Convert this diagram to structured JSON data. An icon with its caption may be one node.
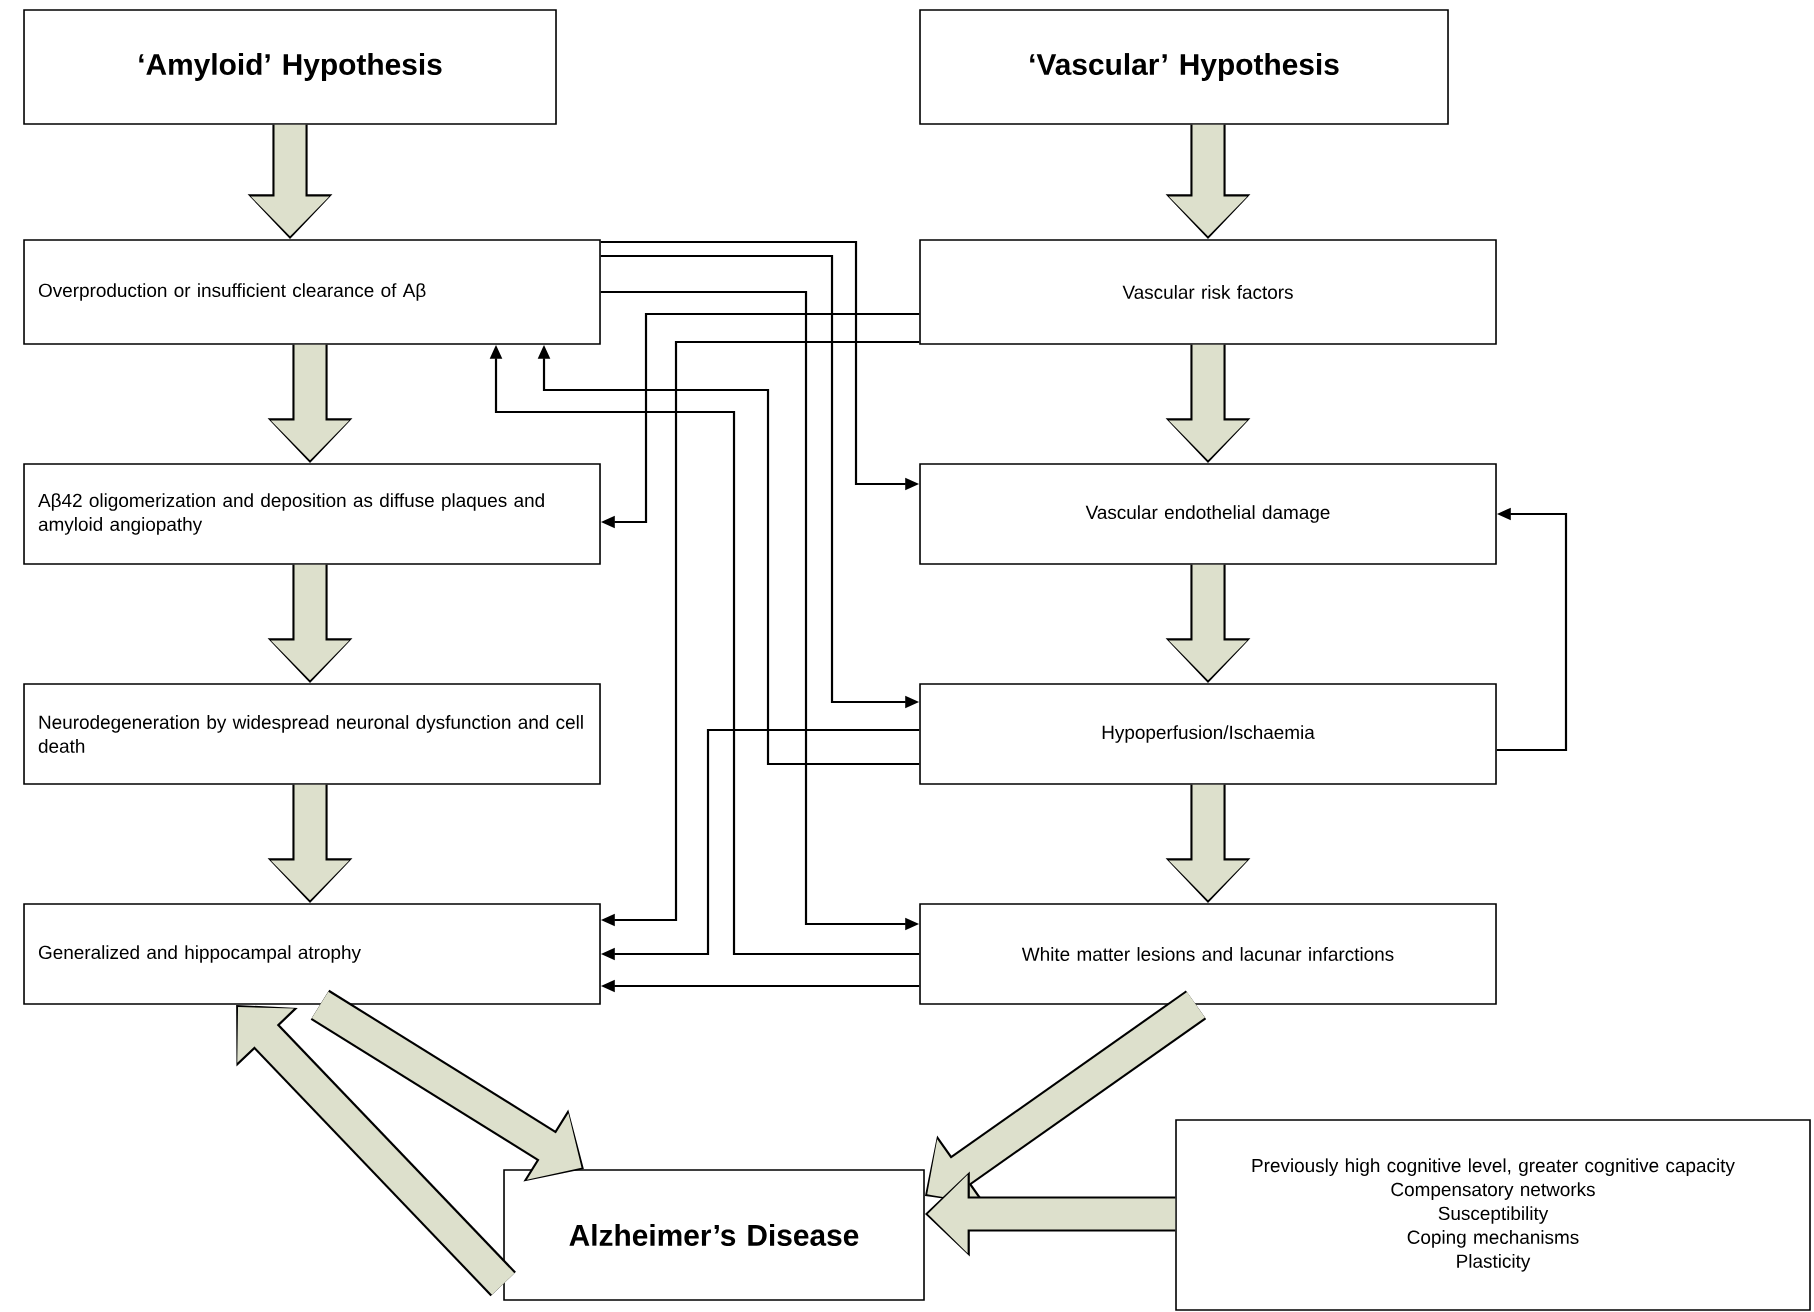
{
  "diagram": {
    "nodes": [
      {
        "text": [
          "‘Amyloid’ Hypothesis"
        ]
      },
      {
        "text": [
          "‘Vascular’ Hypothesis"
        ]
      },
      {
        "text": [
          "Overproduction or insufficient clearance of Aβ"
        ]
      },
      {
        "text": [
          "Vascular risk factors"
        ]
      },
      {
        "text": [
          "Aβ42 oligomerization and deposition as diffuse plaques and amyloid angiopathy"
        ]
      },
      {
        "text": [
          "Vascular endothelial damage"
        ]
      },
      {
        "text": [
          "Neurodegeneration by widespread neuronal dysfunction and cell death"
        ]
      },
      {
        "text": [
          "Hypoperfusion/Ischaemia"
        ]
      },
      {
        "text": [
          "Generalized and hippocampal atrophy"
        ]
      },
      {
        "text": [
          "White matter lesions and lacunar infarctions"
        ]
      },
      {
        "text": [
          "Alzheimer’s Disease"
        ]
      },
      {
        "text": [
          "Previously high cognitive level, greater cognitive capacity",
          "Compensatory networks",
          "Susceptibility",
          "Coping mechanisms",
          "Plasticity"
        ]
      }
    ],
    "edges": [
      {
        "from": 0,
        "to": 2,
        "arrow": "to"
      },
      {
        "from": 2,
        "to": 4,
        "arrow": "to"
      },
      {
        "from": 4,
        "to": 6,
        "arrow": "to"
      },
      {
        "from": 6,
        "to": 8,
        "arrow": "to"
      },
      {
        "from": 1,
        "to": 3,
        "arrow": "to"
      },
      {
        "from": 3,
        "to": 5,
        "arrow": "to"
      },
      {
        "from": 5,
        "to": 7,
        "arrow": "to"
      },
      {
        "from": 7,
        "to": 9,
        "arrow": "to"
      },
      {
        "from": 8,
        "to": 10,
        "arrow": "to"
      },
      {
        "from": 10,
        "to": 8,
        "arrow": "to"
      },
      {
        "from": 9,
        "to": 10,
        "arrow": "to"
      },
      {
        "from": 11,
        "to": 10,
        "arrow": "to"
      },
      {
        "from": 2,
        "to": 5,
        "arrow": "to",
        "color": "#000000"
      },
      {
        "from": 2,
        "to": 7,
        "arrow": "to",
        "color": "#000000"
      },
      {
        "from": 2,
        "to": 9,
        "arrow": "to",
        "color": "#000000"
      },
      {
        "from": 3,
        "to": 4,
        "arrow": "to",
        "color": "#000000"
      },
      {
        "from": 3,
        "to": 8,
        "arrow": "to",
        "color": "#000000"
      },
      {
        "from": 7,
        "to": 2,
        "arrow": "to",
        "color": "#000000"
      },
      {
        "from": 9,
        "to": 2,
        "arrow": "to",
        "color": "#000000"
      },
      {
        "from": 7,
        "to": 8,
        "arrow": "to",
        "color": "#000000"
      },
      {
        "from": 9,
        "to": 8,
        "arrow": "to",
        "color": "#000000"
      },
      {
        "from": 7,
        "to": 5,
        "arrow": "to",
        "color": "#000000"
      }
    ]
  }
}
